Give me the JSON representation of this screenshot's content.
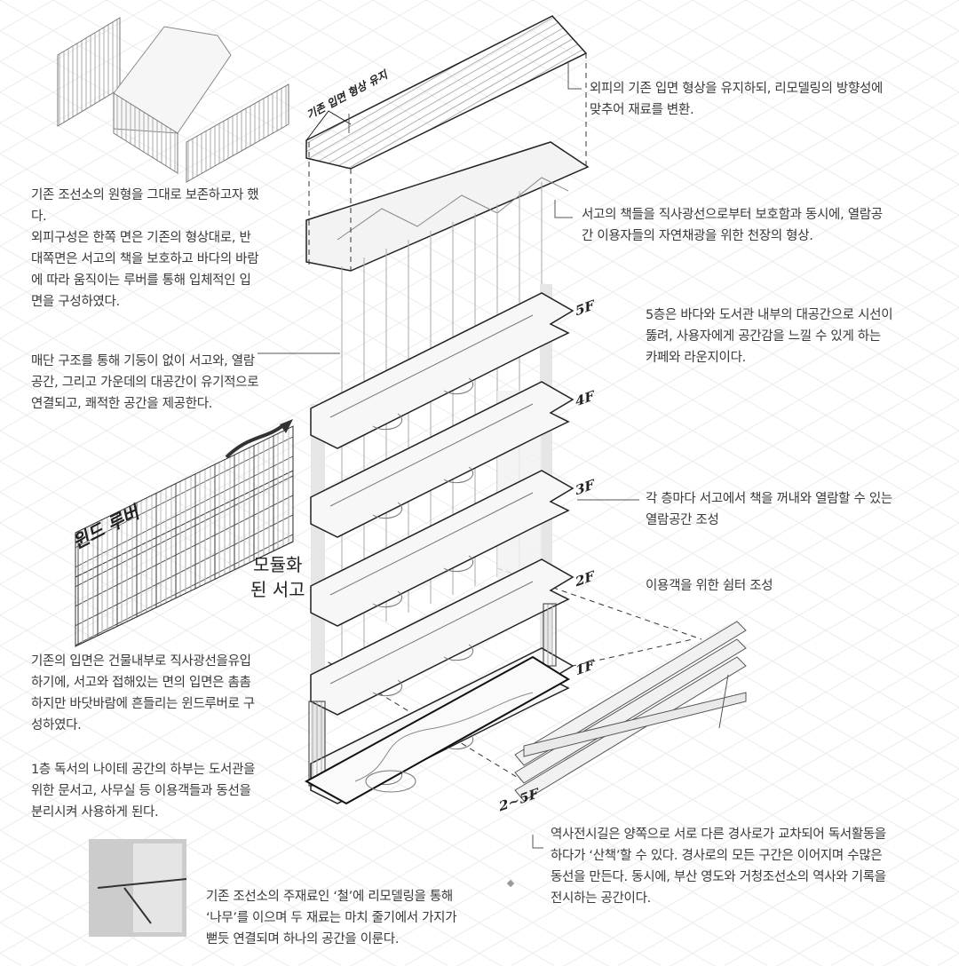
{
  "notes": {
    "origin": [
      "기존 조선소의 원형을 그대로 보존하고자 했",
      "다.",
      "외피구성은 한쪽 면은 기존의 형상대로, 반",
      "대쪽면은 서고의 책을 보호하고 바다의 바람",
      "에 따라 움직이는 루버를 통해 입체적인 입",
      "면을 구성하였다."
    ],
    "suspended": [
      "매단 구조를 통해 기둥이 없이 서고와, 열람",
      "공간, 그리고 가운데의 대공간이 유기적으로",
      "연결되고, 쾌적한 공간을 제공한다."
    ],
    "facade": [
      "기존의 입면은 건물내부로 직사광선을유입",
      "하기에, 서고와 접해있는 면의 입면은 촘촘",
      "하지만 바닷바람에 흔들리는 윈드루버로 구",
      "성하였다."
    ],
    "first_floor": [
      "1층 독서의 나이테 공간의 하부는 도서관을",
      "위한 문서고, 사무실 등 이용객들과 동선을",
      "분리시켜 사용하게 된다."
    ],
    "material": [
      "기존 조선소의 주재료인 ‘철’에 리모델링을 통해",
      "‘나무’를 이으며 두 재료는 마치 줄기에서 가지가",
      "뻗듯 연결되며 하나의 공간을 이룬다."
    ],
    "skin": [
      "외피의 기존 입면 형상을 유지하되, 리모델링의 방향성에",
      "맞추어 재료를 변환."
    ],
    "ceiling": [
      "서고의 책들을 직사광선으로부터 보호함과 동시에, 열람공",
      "간 이용자들의 자연채광을 위한 천장의 형상."
    ],
    "fifth": [
      "5층은 바다와 도서관 내부의 대공간으로 시선이",
      "뚫려, 사용자에게 공간감을 느낄 수 있게 하는",
      "카페와 라운지이다."
    ],
    "reading": [
      "각 층마다 서고에서 책을 꺼내와 열람할 수 있는",
      "열람공간 조성"
    ],
    "shelter": [
      "이용객을 위한 쉼터 조성"
    ],
    "history": [
      "역사전시길은 양쪽으로 서로 다른 경사로가 교차되어 독서활동을",
      "하다가 ‘산책’할 수 있다. 경사로의 모든 구간은 이어지며 수많은",
      "동선을 만든다. 동시에, 부산 영도와 거청조선소의 역사와 기록을",
      "전시하는 공간이다."
    ]
  },
  "labels": {
    "keep_facade": "기존 입면 형상 유지",
    "wind_louver": "윈드 루버",
    "modular_stack": [
      "모듈화",
      "된 서고"
    ],
    "floors": [
      "5F",
      "4F",
      "3F",
      "2F",
      "1F"
    ],
    "ramp_floors": "2~5F"
  }
}
